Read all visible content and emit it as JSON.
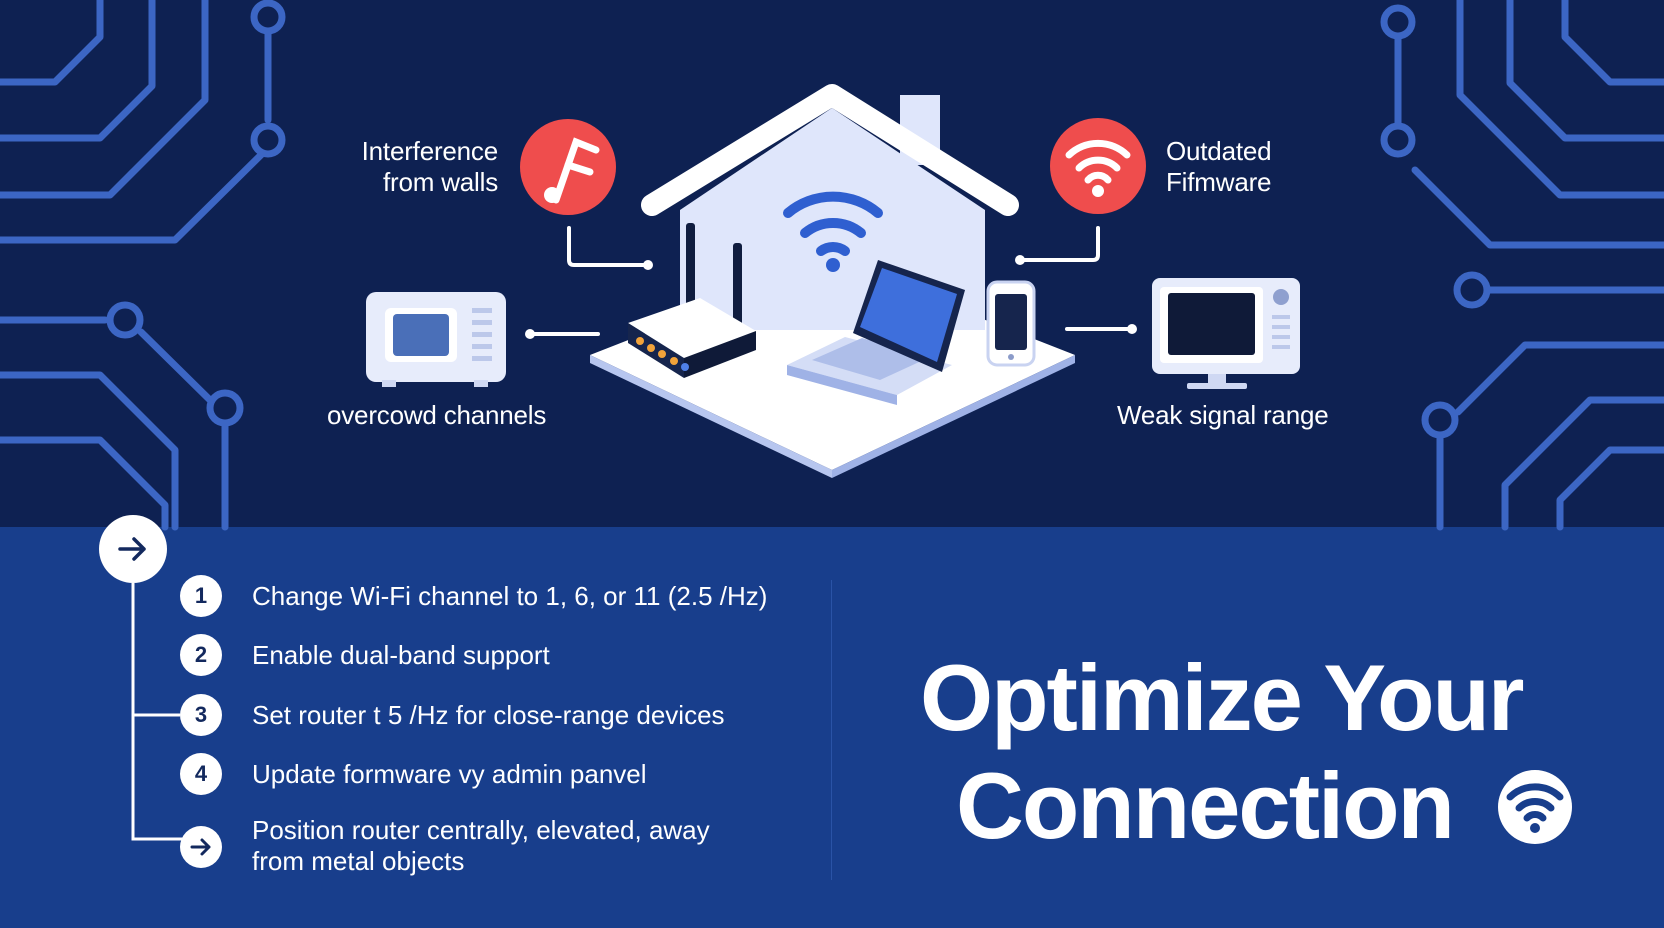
{
  "labels": {
    "interference": [
      "Interference",
      "from walls"
    ],
    "firmware": [
      "Outdated",
      "Fifmware"
    ],
    "channels": "overcowd channels",
    "weak_signal": "Weak signal range"
  },
  "steps": [
    {
      "num": "1",
      "text": "Change Wi-Fi channel to 1, 6, or 11 (2.5 /Hz)"
    },
    {
      "num": "2",
      "text": "Enable dual-band support"
    },
    {
      "num": "3",
      "text": "Set router t 5 /Hz for close-range devices"
    },
    {
      "num": "4",
      "text": "Update formware vy admin panvel"
    },
    {
      "num": "",
      "icon": "arrow-right-icon",
      "text": "Position router centrally, elevated, away from metal objects"
    }
  ],
  "title": {
    "line1": "Optimize Your",
    "line2": "Connection"
  },
  "colors": {
    "top_bg": "#0e2152",
    "bottom_bg": "#183e8c",
    "circuit": "#3c66c4",
    "alert": "#ef4d4d",
    "house": "#dfe6fb",
    "accent": "#2f5fd0"
  },
  "icons": [
    "arrow-right-icon",
    "music-note-icon",
    "wifi-icon",
    "microwave-icon",
    "router-icon",
    "laptop-icon",
    "smartphone-icon",
    "monitor-icon"
  ]
}
